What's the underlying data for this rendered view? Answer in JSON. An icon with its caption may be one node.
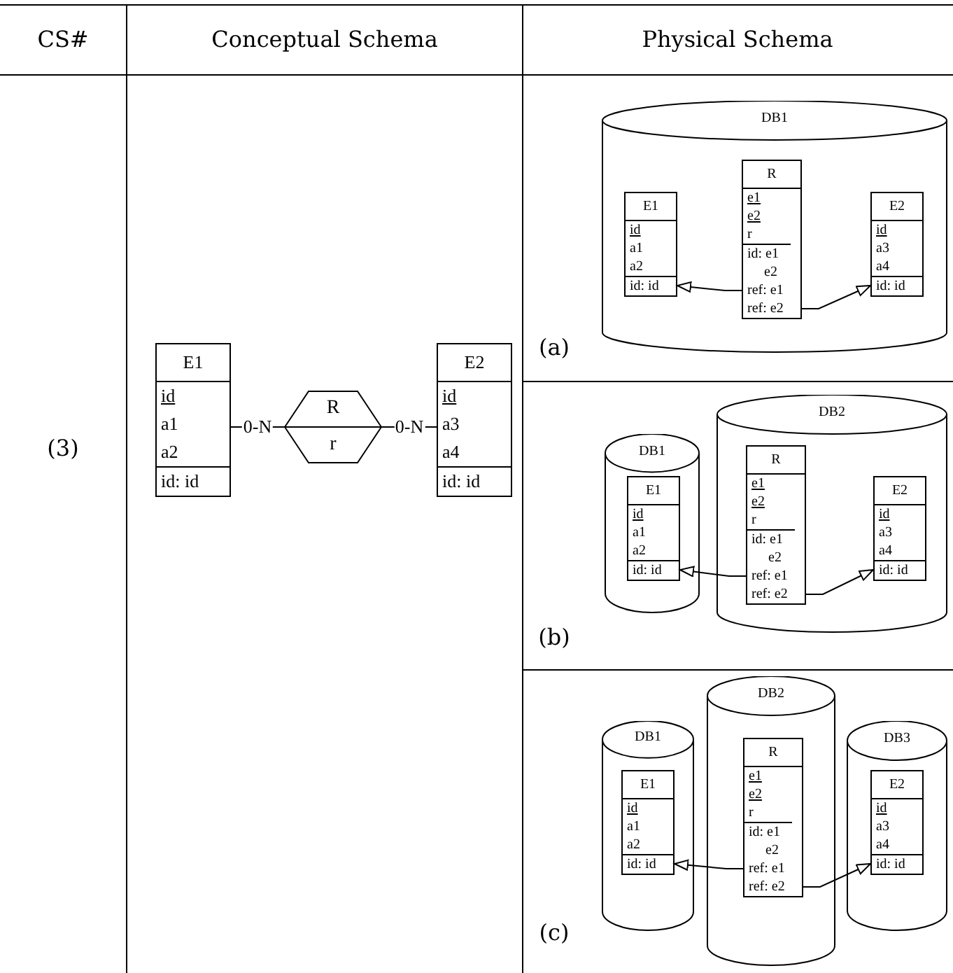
{
  "diagram": {
    "nodes": [
      {
        "text": [
          "E1",
          "id",
          "a1",
          "a2",
          "id: id"
        ]
      },
      {
        "text": [
          "R",
          "r"
        ]
      },
      {
        "text": [
          "E2",
          "id",
          "a3",
          "a4",
          "id: id"
        ]
      },
      {
        "text": [
          "DB1"
        ]
      },
      {
        "text": [
          "E1",
          "id",
          "a1",
          "a2",
          "id: id"
        ],
        "in": 3
      },
      {
        "text": [
          "R",
          "e1",
          "e2",
          "r",
          "id: e1 e2",
          "ref: e1",
          "ref: e2"
        ],
        "in": 3
      },
      {
        "text": [
          "E2",
          "id",
          "a3",
          "a4",
          "id: id"
        ],
        "in": 3
      },
      {
        "text": [
          "DB1"
        ]
      },
      {
        "text": [
          "E1",
          "id",
          "a1",
          "a2",
          "id: id"
        ],
        "in": 7
      },
      {
        "text": [
          "DB2"
        ]
      },
      {
        "text": [
          "R",
          "e1",
          "e2",
          "r",
          "id: e1 e2",
          "ref: e1",
          "ref: e2"
        ],
        "in": 9
      },
      {
        "text": [
          "E2",
          "id",
          "a3",
          "a4",
          "id: id"
        ],
        "in": 9
      },
      {
        "text": [
          "DB1"
        ]
      },
      {
        "text": [
          "E1",
          "id",
          "a1",
          "a2",
          "id: id"
        ],
        "in": 12
      },
      {
        "text": [
          "DB2"
        ]
      },
      {
        "text": [
          "R",
          "e1",
          "e2",
          "r",
          "id: e1 e2",
          "ref: e1",
          "ref: e2"
        ],
        "in": 14
      },
      {
        "text": [
          "DB3"
        ]
      },
      {
        "text": [
          "E2",
          "id",
          "a3",
          "a4",
          "id: id"
        ],
        "in": 16
      }
    ],
    "edges": [
      {
        "from": 0,
        "to": 1,
        "arrow": "none",
        "label": "0-N"
      },
      {
        "from": 1,
        "to": 2,
        "arrow": "none",
        "label": "0-N"
      },
      {
        "from": 5,
        "to": 4,
        "arrow": "to"
      },
      {
        "from": 5,
        "to": 6,
        "arrow": "to"
      },
      {
        "from": 10,
        "to": 8,
        "arrow": "to"
      },
      {
        "from": 10,
        "to": 11,
        "arrow": "to"
      },
      {
        "from": 15,
        "to": 13,
        "arrow": "to"
      },
      {
        "from": 15,
        "to": 17,
        "arrow": "to"
      }
    ],
    "labels": [
      "CS#",
      "Conceptual Schema",
      "Physical Schema",
      "(3)",
      "(a)",
      "(b)",
      "(c)"
    ]
  }
}
